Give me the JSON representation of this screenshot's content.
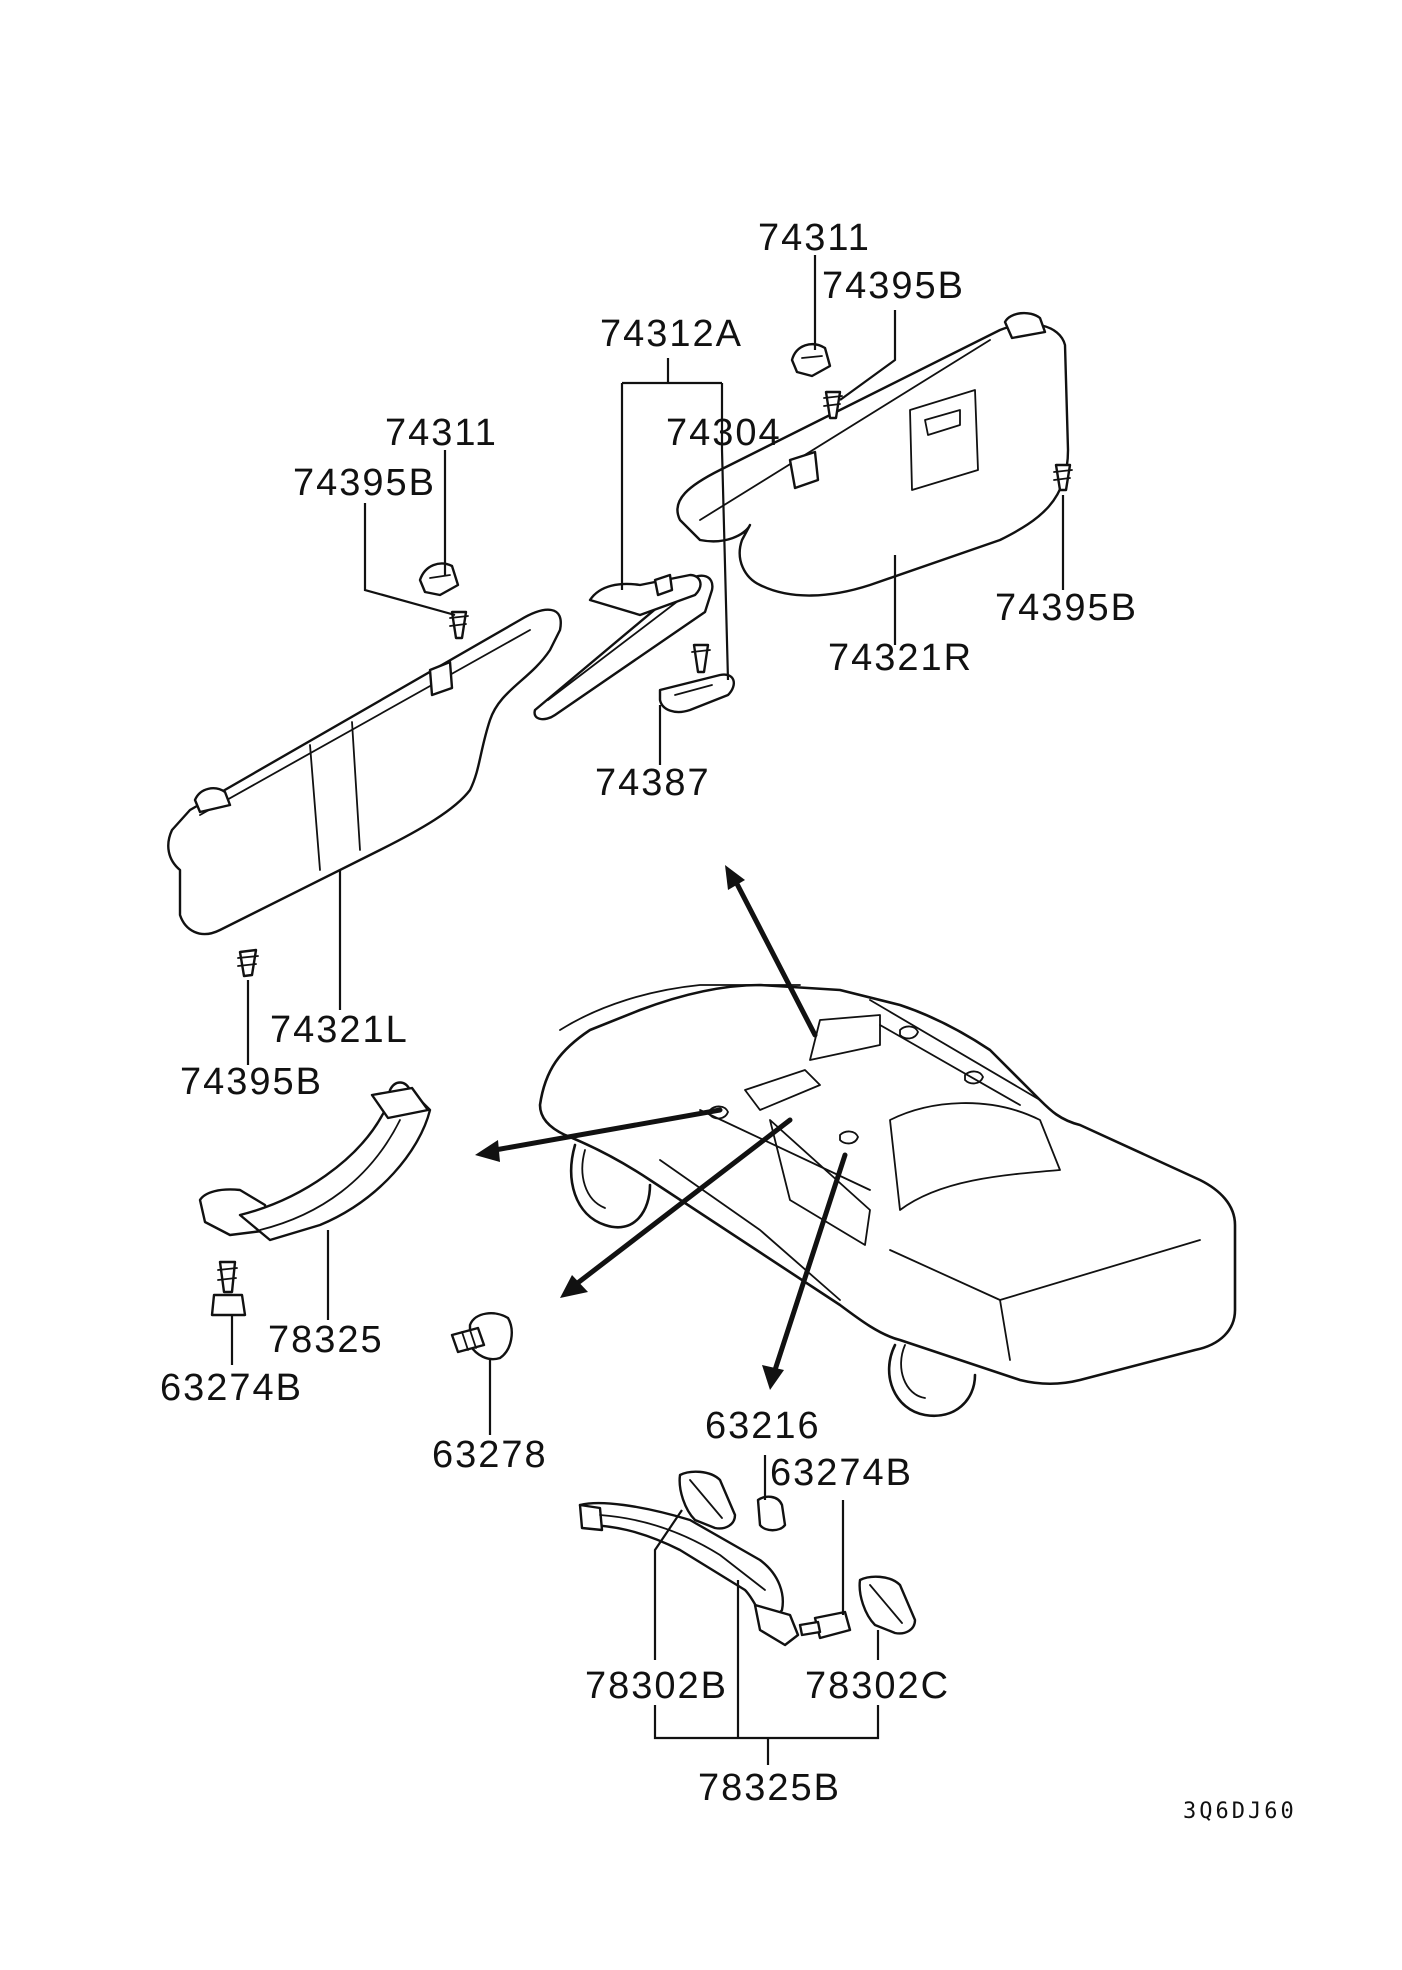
{
  "labels": {
    "l_74311_right": "74311",
    "l_74395B_top": "74395B",
    "l_74312A": "74312A",
    "l_74304": "74304",
    "l_74311_left": "74311",
    "l_74395B_left": "74395B",
    "l_74395B_right": "74395B",
    "l_74321R": "74321R",
    "l_74387": "74387",
    "l_74321L": "74321L",
    "l_74395B_bottom": "74395B",
    "l_78325": "78325",
    "l_63274B_left": "63274B",
    "l_63278": "63278",
    "l_63216": "63216",
    "l_63274B_right": "63274B",
    "l_78302B": "78302B",
    "l_78302C": "78302C",
    "l_78325B": "78325B"
  },
  "drawing_code": "3Q6DJ60"
}
